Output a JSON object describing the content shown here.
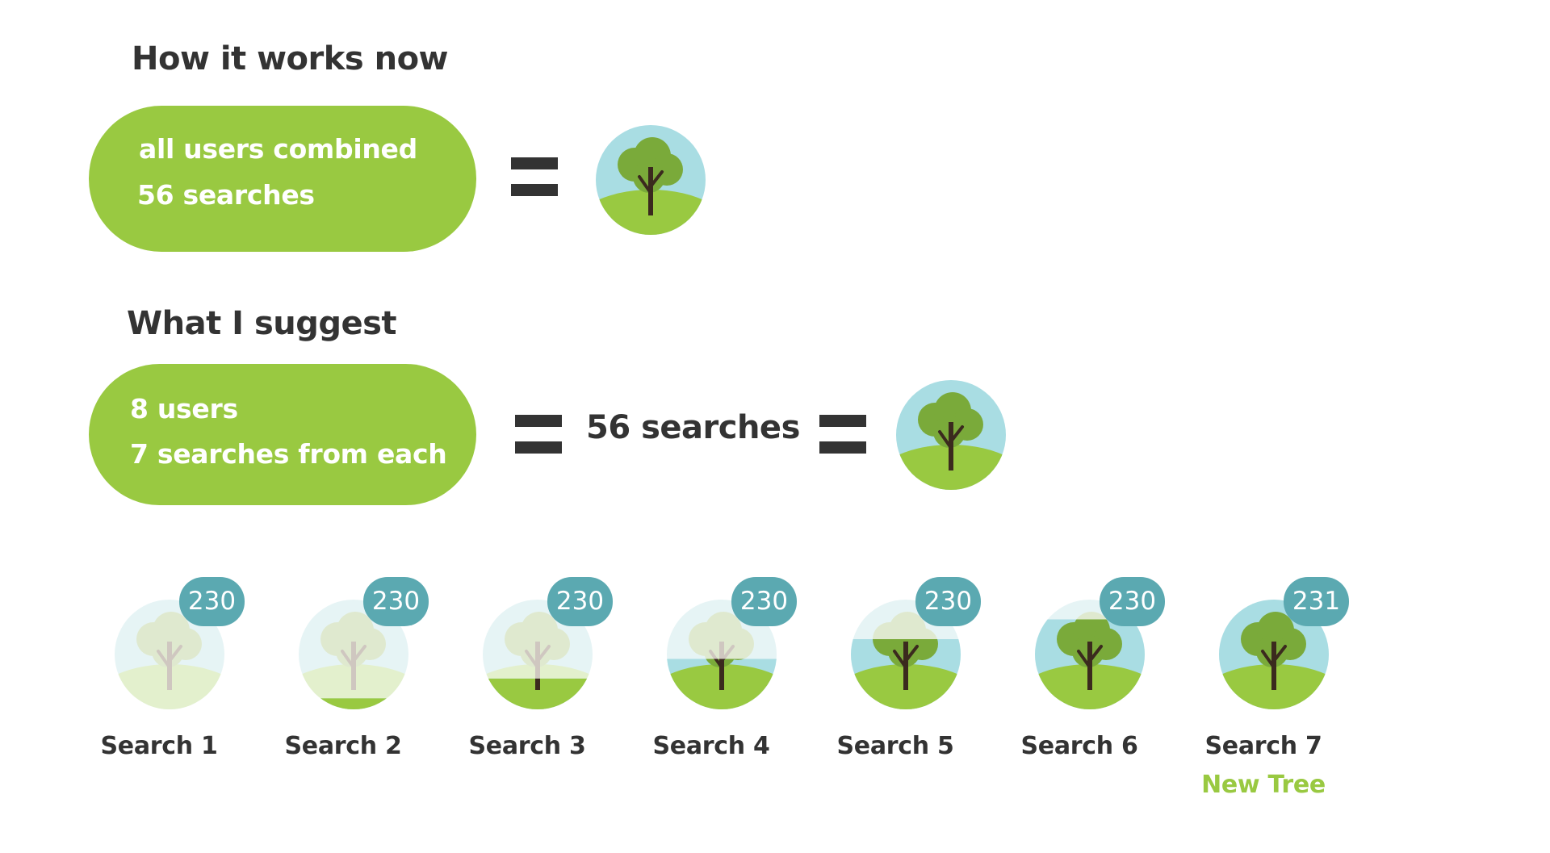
{
  "section_now": {
    "title": "How it works now",
    "pill": {
      "line1": "all users combined",
      "line2": "56 searches"
    }
  },
  "section_suggest": {
    "title": "What I suggest",
    "pill": {
      "line1": "8 users",
      "line2": "7 searches from each"
    },
    "result_text": "56 searches"
  },
  "searches": [
    {
      "label": "Search 1",
      "count": "230",
      "growth": 0
    },
    {
      "label": "Search 2",
      "count": "230",
      "growth": 0.1
    },
    {
      "label": "Search 3",
      "count": "230",
      "growth": 0.28
    },
    {
      "label": "Search 4",
      "count": "230",
      "growth": 0.46
    },
    {
      "label": "Search 5",
      "count": "230",
      "growth": 0.64
    },
    {
      "label": "Search 6",
      "count": "230",
      "growth": 0.82
    },
    {
      "label": "Search 7",
      "count": "231",
      "growth": 1,
      "note": "New Tree"
    }
  ],
  "colors": {
    "green": "#99c941",
    "sky": "#a9dde3",
    "crown": "#7aaa3a",
    "trunk": "#3b2a1e",
    "badge": "#5ba9b1",
    "text": "#333333"
  },
  "icon": "tree-on-hill-icon"
}
